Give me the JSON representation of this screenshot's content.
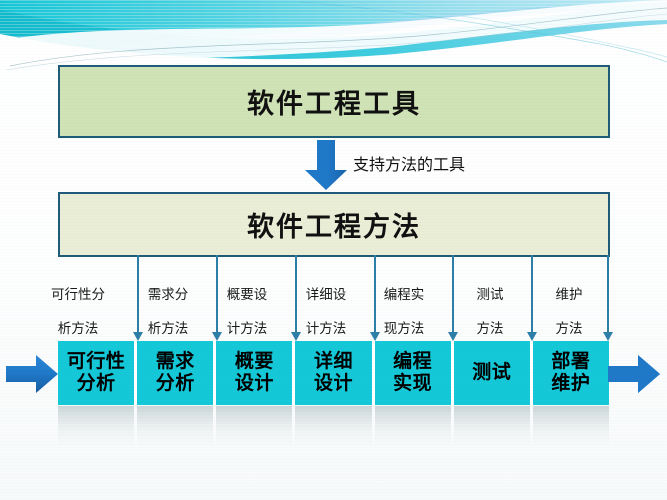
{
  "slide": {
    "title_box": {
      "label": "软件工程工具",
      "fill": "#cfe3b6",
      "border": "#1f5c7a"
    },
    "methods_box": {
      "label": "软件工程方法",
      "fill": "#eaeed6",
      "border": "#1f5c7a"
    },
    "connector_label": "支持方法的工具",
    "arrow_color": "#1f78c8",
    "connector_color": "#2d7fa8"
  },
  "method_labels": [
    {
      "line1": "可行性分",
      "line2": "析方法"
    },
    {
      "line1": "需求分",
      "line2": "析方法"
    },
    {
      "line1": "概要设",
      "line2": "计方法"
    },
    {
      "line1": "详细设",
      "line2": "计方法"
    },
    {
      "line1": "编程实",
      "line2": "现方法"
    },
    {
      "line1": "测试",
      "line2": "方法"
    },
    {
      "line1": "维护",
      "line2": "方法"
    }
  ],
  "phases": {
    "fill": "#15c8d8",
    "items": [
      {
        "line1": "可行性",
        "line2": "分析"
      },
      {
        "line1": "需求",
        "line2": "分析"
      },
      {
        "line1": "概要",
        "line2": "设计"
      },
      {
        "line1": "详细",
        "line2": "设计"
      },
      {
        "line1": "编程",
        "line2": "实现"
      },
      {
        "line1": "测试",
        "line2": ""
      },
      {
        "line1": "部署",
        "line2": "维护"
      }
    ]
  },
  "flow_arrows": {
    "left": "arrow-right-icon",
    "right": "arrow-right-icon"
  }
}
